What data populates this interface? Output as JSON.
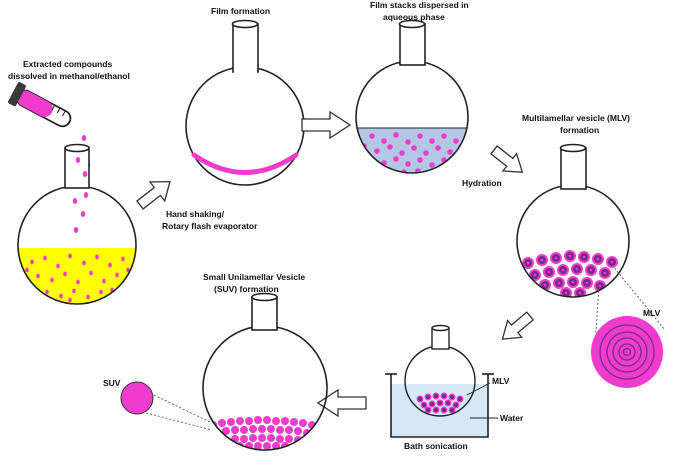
{
  "labels": {
    "extracted_line1": "Extracted compounds",
    "extracted_line2": "dissolved in methanol/ethanol",
    "film_formation": "Film formation",
    "film_stacks_line1": "Film stacks dispersed in",
    "film_stacks_line2": "aqueous phase",
    "hand_shaking_line1": "Hand shaking/",
    "hand_shaking_line2": "Rotary flash evaporator",
    "hydration": "Hydration",
    "mlv_formation_line1": "Multilamellar vesicle (MLV)",
    "mlv_formation_line2": "formation",
    "mlv_callout": "MLV",
    "mlv_bath": "MLV",
    "water": "Water",
    "bath_sonication": "Bath sonication",
    "suv_formation_line1": "Small Unilamellar Vesicle",
    "suv_formation_line2": "(SUV) formation",
    "suv_callout": "SUV"
  },
  "colors": {
    "outline": "#222222",
    "pink": "#f03ccd",
    "yellow": "#ffff00",
    "aqueous": "#b4c8e6",
    "water": "#d6e7f5",
    "mlv_dark": "#7a2a8c",
    "arrow_fill": "#ffffff"
  },
  "icons": {
    "test_tube": "test-tube-icon",
    "arrow": "block-arrow-icon"
  }
}
